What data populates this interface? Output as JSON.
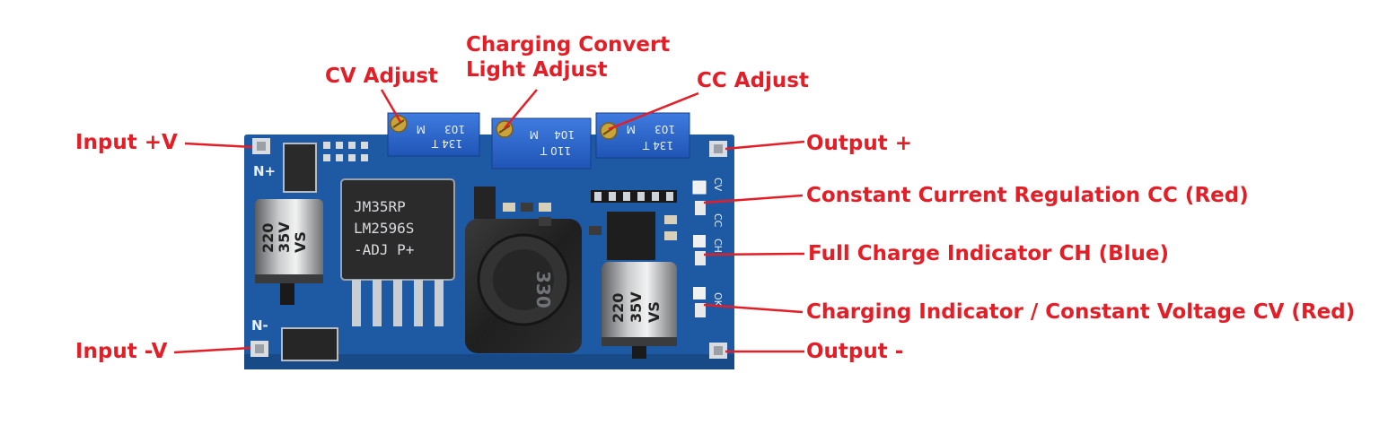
{
  "labels": {
    "cv_adjust": "CV Adjust",
    "charging_convert_line1": "Charging Convert",
    "charging_convert_line2": "Light Adjust",
    "cc_adjust": "CC Adjust",
    "input_pos": "Input +V",
    "input_neg": "Input -V",
    "output_pos": "Output +",
    "output_neg": "Output -",
    "cc_regulation": "Constant Current Regulation CC (Red)",
    "full_charge": "Full Charge Indicator CH (Blue)",
    "charging_indicator": "Charging Indicator / Constant Voltage CV (Red)"
  },
  "board": {
    "pin_n_plus": "N+",
    "pin_n_minus": "N-",
    "cap_left": [
      "220",
      "35V",
      "VS"
    ],
    "cap_right": [
      "220",
      "35V",
      "VS"
    ],
    "ic_text": [
      "JM35RP",
      "LM2596S",
      "-ADJ P+"
    ],
    "pot_1": [
      "103",
      "M",
      "134 T"
    ],
    "pot_2": [
      "104",
      "M",
      "110 T"
    ],
    "pot_3": [
      "103",
      "M",
      "134 T"
    ],
    "inductor": "330",
    "led_marks": [
      "CC",
      "CV",
      "CH",
      "OK"
    ]
  },
  "colors": {
    "label": "#e41e26",
    "pcb": "#1f5fa8",
    "pcb_dark": "#174a86",
    "pot_body": "#2a66c9",
    "solder": "#d9dde2"
  }
}
